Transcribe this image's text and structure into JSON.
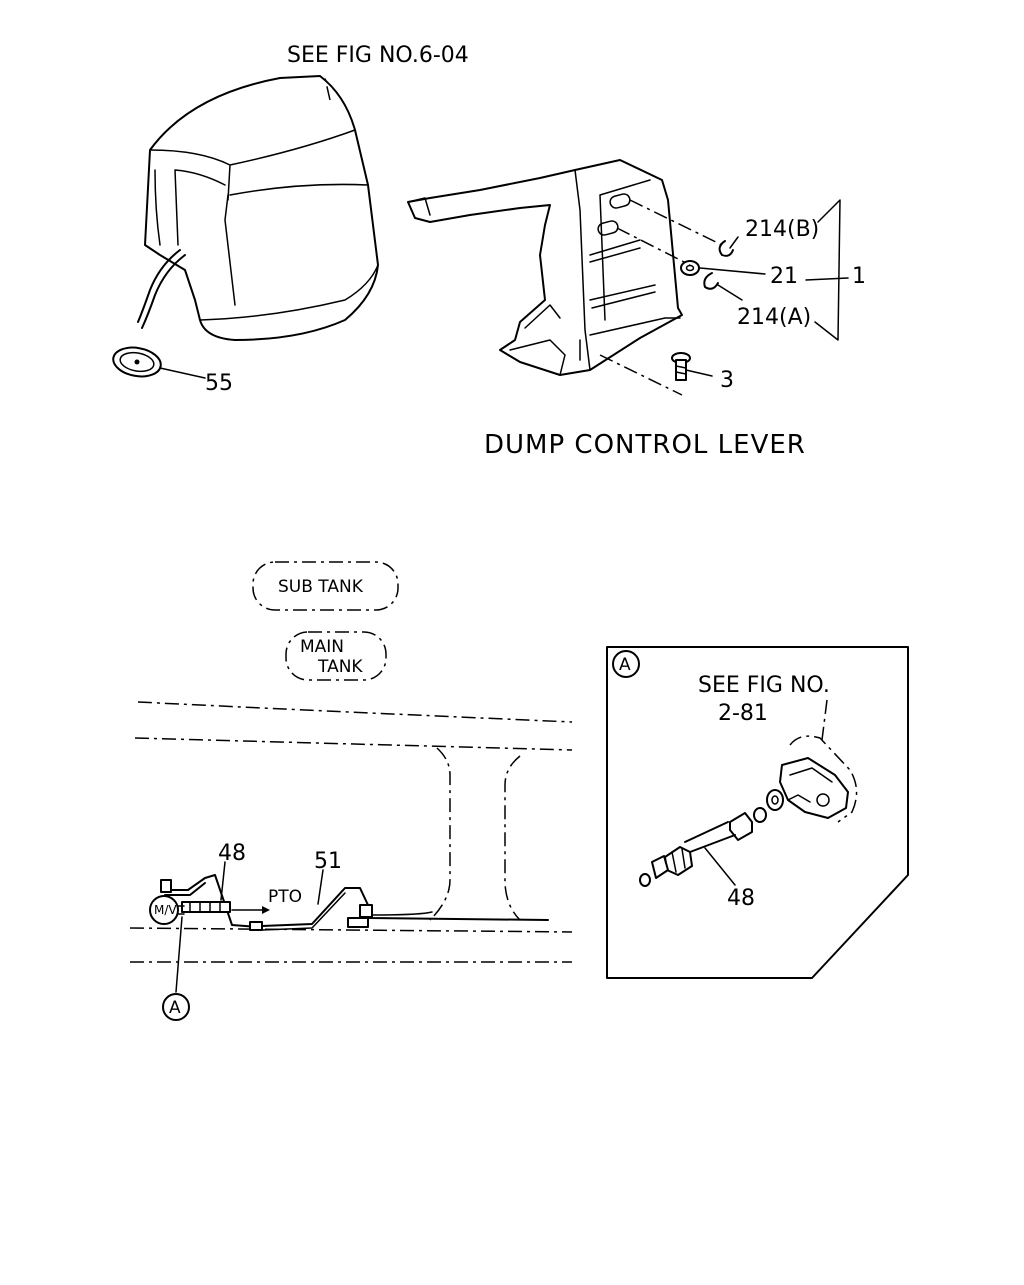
{
  "top_section": {
    "cab_ref": "SEE FIG NO.6-04",
    "callout_55": "55",
    "callout_214b": "214(B)",
    "callout_21": "21",
    "callout_1": "1",
    "callout_214a": "214(A)",
    "callout_3": "3",
    "title": "DUMP CONTROL LEVER"
  },
  "bottom_section": {
    "sub_tank": "SUB  TANK",
    "main_tank_line1": "MAIN",
    "main_tank_line2": "TANK",
    "callout_48": "48",
    "callout_51": "51",
    "pto": "PTO",
    "mv_symbol": "M/V",
    "detail_marker": "A"
  },
  "detail_a": {
    "marker": "A",
    "ref_line1": "SEE FIG NO.",
    "ref_line2": "2-81",
    "callout_48": "48"
  }
}
